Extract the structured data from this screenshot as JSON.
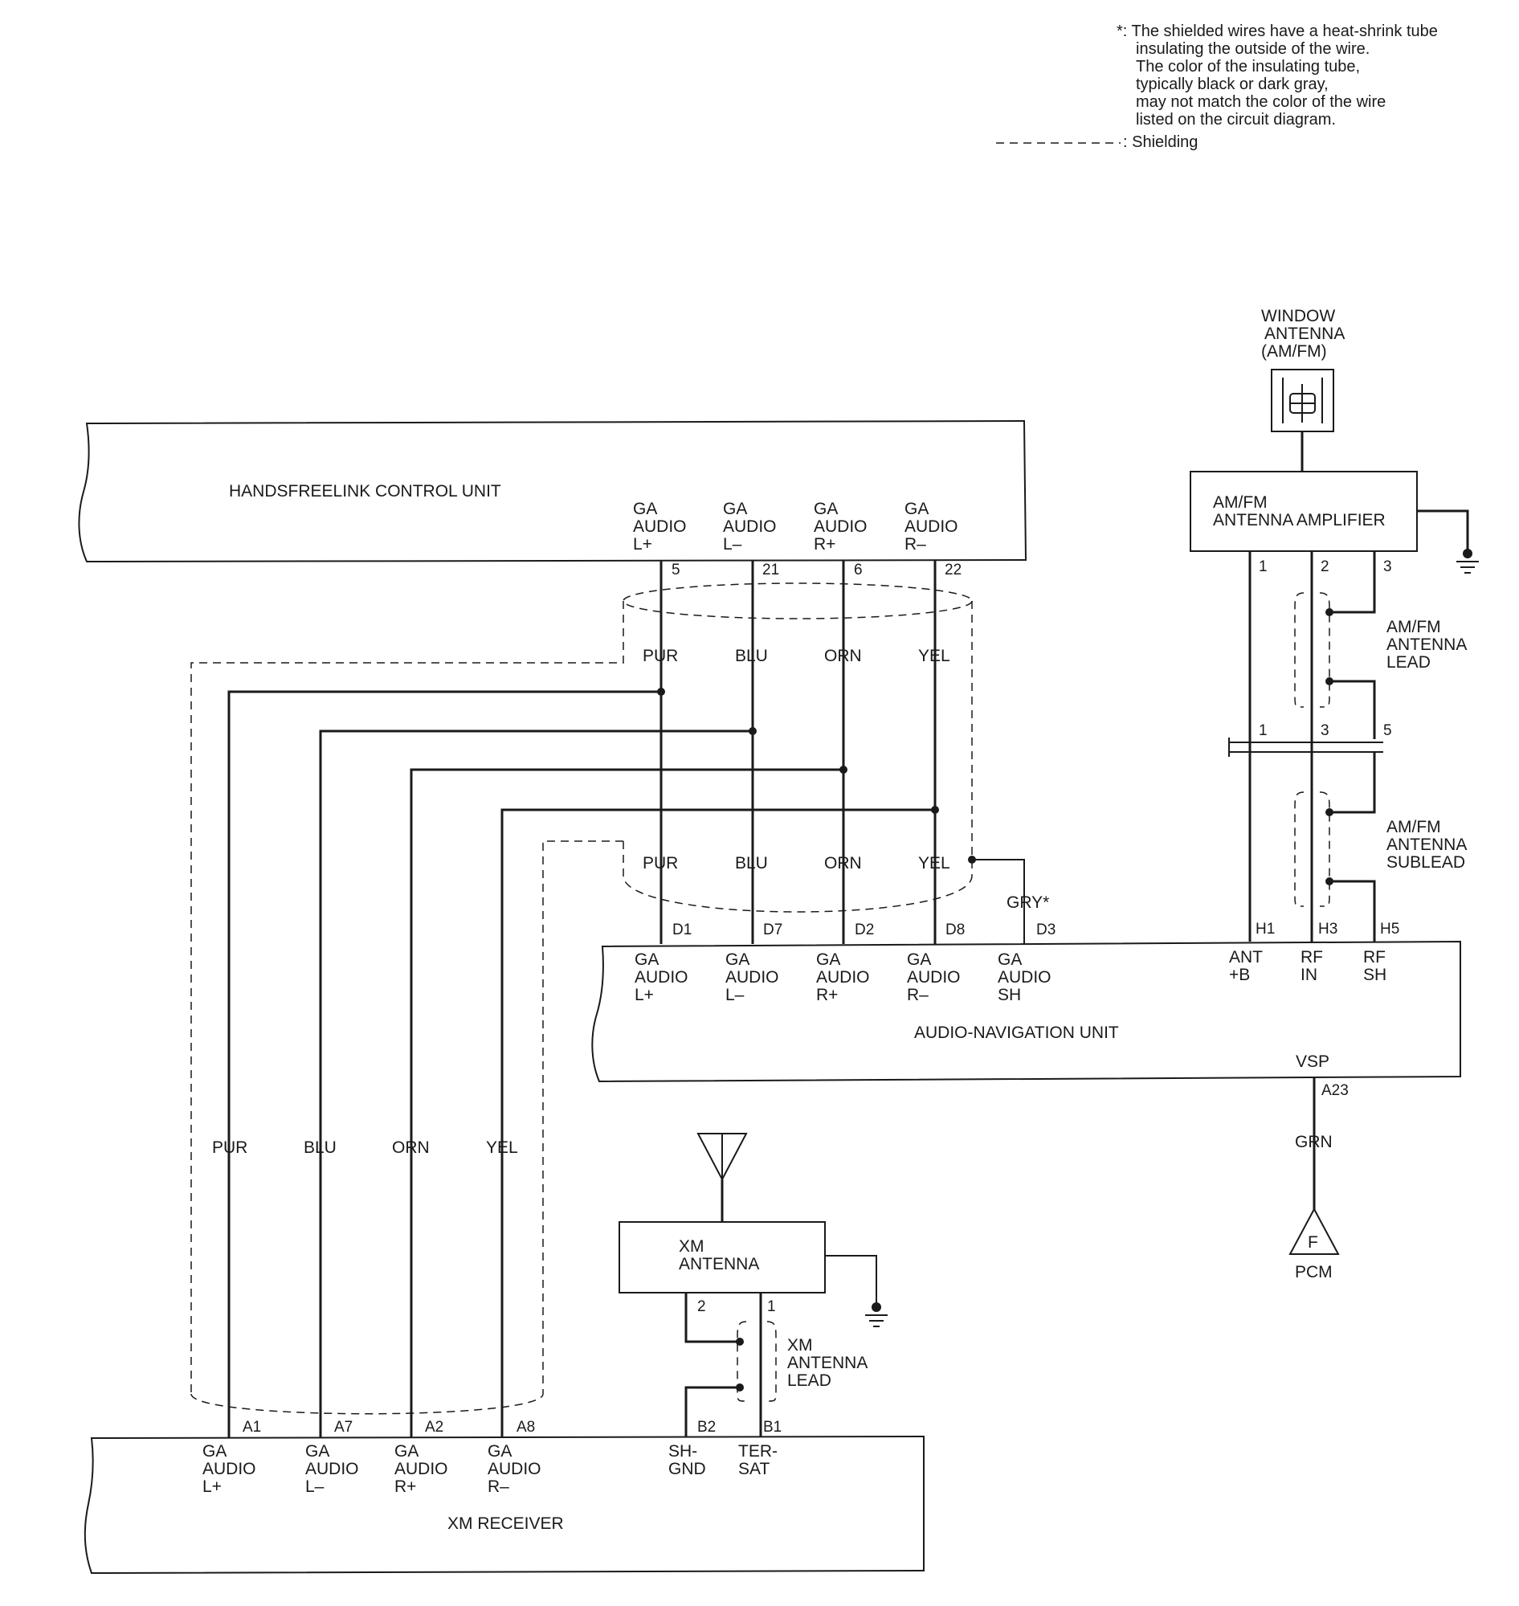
{
  "notes": {
    "star_lines": [
      "*: The shielded wires have a heat-shrink tube",
      "insulating the outside of the wire.",
      "The color of the insulating tube,",
      "typically black or dark gray,",
      "may not match the color of the wire",
      "listed on the circuit diagram."
    ],
    "shielding_label": ": Shielding"
  },
  "hfl": {
    "title": "HANDSFREELINK CONTROL UNIT",
    "terminals": [
      {
        "line1": "GA",
        "line2": "AUDIO",
        "line3": "L+",
        "pin": "5"
      },
      {
        "line1": "GA",
        "line2": "AUDIO",
        "line3": "L–",
        "pin": "21"
      },
      {
        "line1": "GA",
        "line2": "AUDIO",
        "line3": "R+",
        "pin": "6"
      },
      {
        "line1": "GA",
        "line2": "AUDIO",
        "line3": "R–",
        "pin": "22"
      }
    ]
  },
  "wires_upper": [
    "PUR",
    "BLU",
    "ORN",
    "YEL"
  ],
  "wires_lower": [
    "PUR",
    "BLU",
    "ORN",
    "YEL"
  ],
  "wires_xm": [
    "PUR",
    "BLU",
    "ORN",
    "YEL"
  ],
  "gry_label": "GRY*",
  "nav": {
    "title": "AUDIO-NAVIGATION UNIT",
    "terminals": [
      {
        "line1": "GA",
        "line2": "AUDIO",
        "line3": "L+",
        "pin": "D1"
      },
      {
        "line1": "GA",
        "line2": "AUDIO",
        "line3": "L–",
        "pin": "D7"
      },
      {
        "line1": "GA",
        "line2": "AUDIO",
        "line3": "R+",
        "pin": "D2"
      },
      {
        "line1": "GA",
        "line2": "AUDIO",
        "line3": "R–",
        "pin": "D8"
      },
      {
        "line1": "GA",
        "line2": "AUDIO",
        "line3": "SH",
        "pin": "D3"
      }
    ],
    "ant_terminals": [
      {
        "line1": "ANT",
        "line2": "+B",
        "pin": "H1"
      },
      {
        "line1": "RF",
        "line2": "IN",
        "pin": "H3"
      },
      {
        "line1": "RF",
        "line2": "SH",
        "pin": "H5"
      }
    ],
    "vsp_label": "VSP",
    "vsp_pin": "A23"
  },
  "grn_label": "GRN",
  "pcm": {
    "letter": "F",
    "label": "PCM"
  },
  "window_antenna": [
    "WINDOW",
    "ANTENNA",
    "(AM/FM)"
  ],
  "amp": {
    "line1": "AM/FM",
    "line2": "ANTENNA AMPLIFIER",
    "pins": [
      "1",
      "2",
      "3"
    ]
  },
  "lead": [
    "AM/FM",
    "ANTENNA",
    "LEAD"
  ],
  "connector_pins": [
    "1",
    "3",
    "5"
  ],
  "sublead": [
    "AM/FM",
    "ANTENNA",
    "SUBLEAD"
  ],
  "xm_antenna": {
    "line1": "XM",
    "line2": "ANTENNA",
    "pins": [
      "2",
      "1"
    ]
  },
  "xm_lead": [
    "XM",
    "ANTENNA",
    "LEAD"
  ],
  "xm_receiver": {
    "title": "XM RECEIVER",
    "terminals": [
      {
        "line1": "GA",
        "line2": "AUDIO",
        "line3": "L+",
        "pin": "A1"
      },
      {
        "line1": "GA",
        "line2": "AUDIO",
        "line3": "L–",
        "pin": "A7"
      },
      {
        "line1": "GA",
        "line2": "AUDIO",
        "line3": "R+",
        "pin": "A2"
      },
      {
        "line1": "GA",
        "line2": "AUDIO",
        "line3": "R–",
        "pin": "A8"
      }
    ],
    "ant_terminals": [
      {
        "line1": "SH-",
        "line2": "GND",
        "pin": "B2"
      },
      {
        "line1": "TER-",
        "line2": "SAT",
        "pin": "B1"
      }
    ]
  }
}
